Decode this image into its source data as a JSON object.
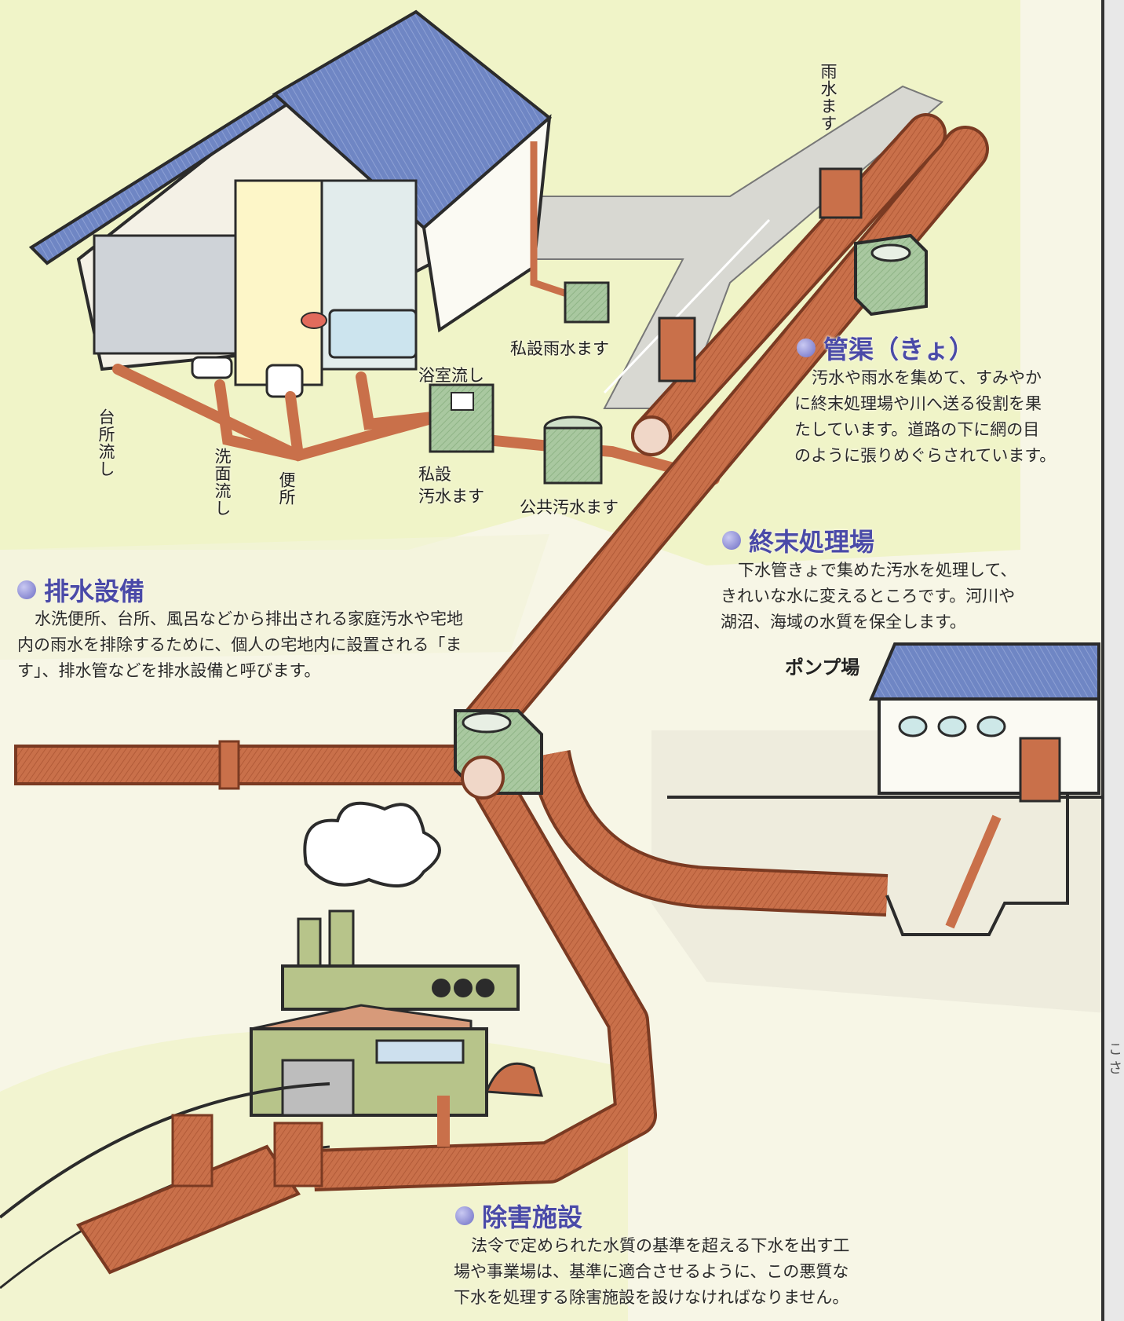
{
  "labels": {
    "rain_inlet": "雨水ます",
    "private_rain_inlet": "私設雨水ます",
    "bathroom_sink": "浴室流し",
    "private_sewage_inlet": "私設\n汚水ます",
    "public_sewage_inlet": "公共汚水ます",
    "kitchen_sink": "台所流し",
    "washbasin": "洗面流し",
    "toilet": "便所",
    "pump_station": "ポンプ場"
  },
  "sections": {
    "sewer_pipe": {
      "title": "管渠（きょ）",
      "lines": [
        "汚水や雨水を集めて、すみやか",
        "に終末処理場や川へ送る役割を果",
        "たしています。道路の下に網の目",
        "のように張りめぐらされています。"
      ]
    },
    "treatment_plant": {
      "title": "終末処理場",
      "lines": [
        "下水管きょで集めた汚水を処理して、",
        "きれいな水に変えるところです。河川や",
        "湖沼、海域の水質を保全します。"
      ]
    },
    "drainage_facility": {
      "title": "排水設備",
      "lines": [
        "水洗便所、台所、風呂などから排出される家庭汚水や宅地",
        "内の雨水を排除するために、個人の宅地内に設置される「ま",
        "す」、排水管などを排水設備と呼びます。"
      ]
    },
    "pretreatment_facility": {
      "title": "除害施設",
      "lines": [
        "法令で定められた水質の基準を超える下水を出す工",
        "場や事業場は、基準に適合させるように、この悪質な",
        "下水を処理する除害施設を設けなければなりません。"
      ]
    }
  },
  "edge_text": [
    "こ",
    "さ"
  ],
  "colors": {
    "pipe": "#c9704a",
    "pipe_dark": "#7a3a22",
    "manhole": "#9fc49a",
    "roof": "#6f86c4",
    "ground": "#eef3c2",
    "title": "#4a4aa8"
  }
}
